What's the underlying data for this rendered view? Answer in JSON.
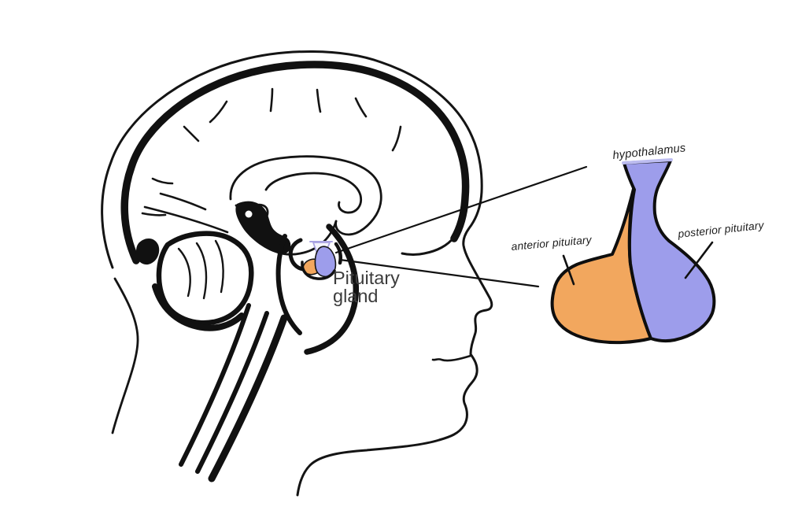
{
  "diagram": {
    "main_label": {
      "line1": "Pituitary",
      "line2": "gland"
    },
    "inset_labels": {
      "hypothalamus": "hypothalamus",
      "anterior": "anterior pituitary",
      "posterior": "posterior pituitary"
    },
    "colors": {
      "anterior_fill": "#f2a75e",
      "posterior_fill": "#9d9deb",
      "funnel_fill": "#f4f4fc",
      "funnel_stroke": "#a9a3e2",
      "rim_light": "#bcbcf0",
      "outline": "#111111",
      "label_dark": "#1c1c1c",
      "main_label_color": "#3c3c3c",
      "background": "#ffffff"
    }
  }
}
